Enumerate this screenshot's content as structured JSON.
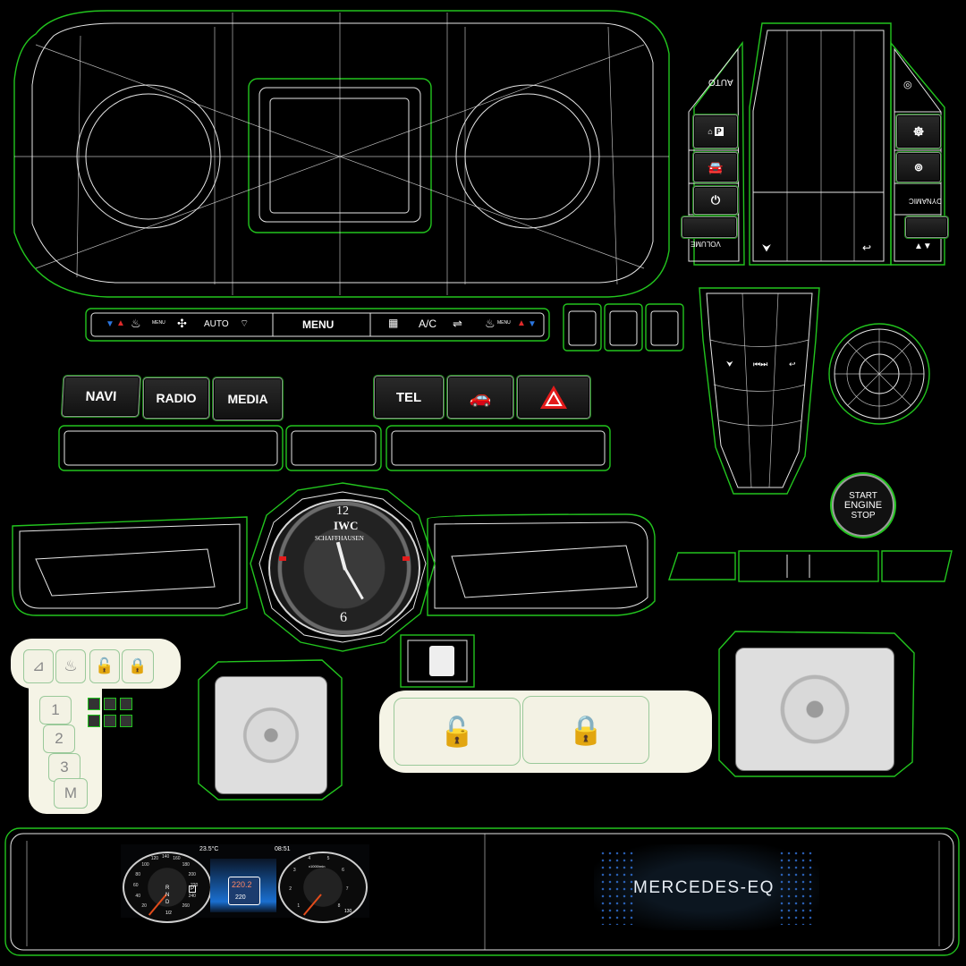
{
  "climate_bar": {
    "auto_label": "AUTO",
    "menu_label": "MENU",
    "ac_label": "A/C",
    "menu_small_left": "MENU",
    "menu_small_right": "MENU"
  },
  "steering_wheel": {
    "auto_label": "AUTO",
    "volume_label": "VOLUME",
    "dynamic_label": "DYNAMIC",
    "p_label": "P"
  },
  "nav_buttons": [
    {
      "label": "NAVI"
    },
    {
      "label": "RADIO"
    },
    {
      "label": "MEDIA"
    },
    {
      "label": "TEL"
    }
  ],
  "start_button": {
    "line1": "START",
    "line2": "ENGINE",
    "line3": "STOP"
  },
  "clock": {
    "brand": "IWC",
    "sub": "SCHAFFHAUSEN",
    "numeral_top": "12",
    "numeral_bottom": "6"
  },
  "memory_buttons": [
    "1",
    "2",
    "3",
    "M"
  ],
  "cluster": {
    "temp": "23.5°C",
    "time": "08:51",
    "speed_value": "220.2",
    "range_value": "220",
    "gear_letters": [
      "R",
      "N",
      "D"
    ],
    "gear_p": "P",
    "left_ticks": [
      "20",
      "40",
      "60",
      "80",
      "100",
      "120",
      "140",
      "160",
      "180",
      "200",
      "220",
      "240",
      "260"
    ],
    "right_ticks": [
      "1",
      "2",
      "3",
      "4",
      "5",
      "6",
      "7",
      "8"
    ],
    "rpm_unit": "x1000/min",
    "left_small": "1/2",
    "right_small": "130"
  },
  "brand_logo": "MERCEDES-EQ",
  "colors": {
    "wire_green": "#22c41e",
    "wire_white": "#e6e6e6",
    "background": "#000000",
    "hazard_red": "#e31b1b",
    "cluster_blue": "#1a6fd0",
    "cream": "#f5f4e6"
  },
  "icons": [
    "fan-icon",
    "seat-heat-icon",
    "defrost-icon",
    "car-icon",
    "hazard-icon",
    "lock-icon",
    "unlock-icon",
    "seat-adjust-icon",
    "phone-icon",
    "return-icon"
  ]
}
